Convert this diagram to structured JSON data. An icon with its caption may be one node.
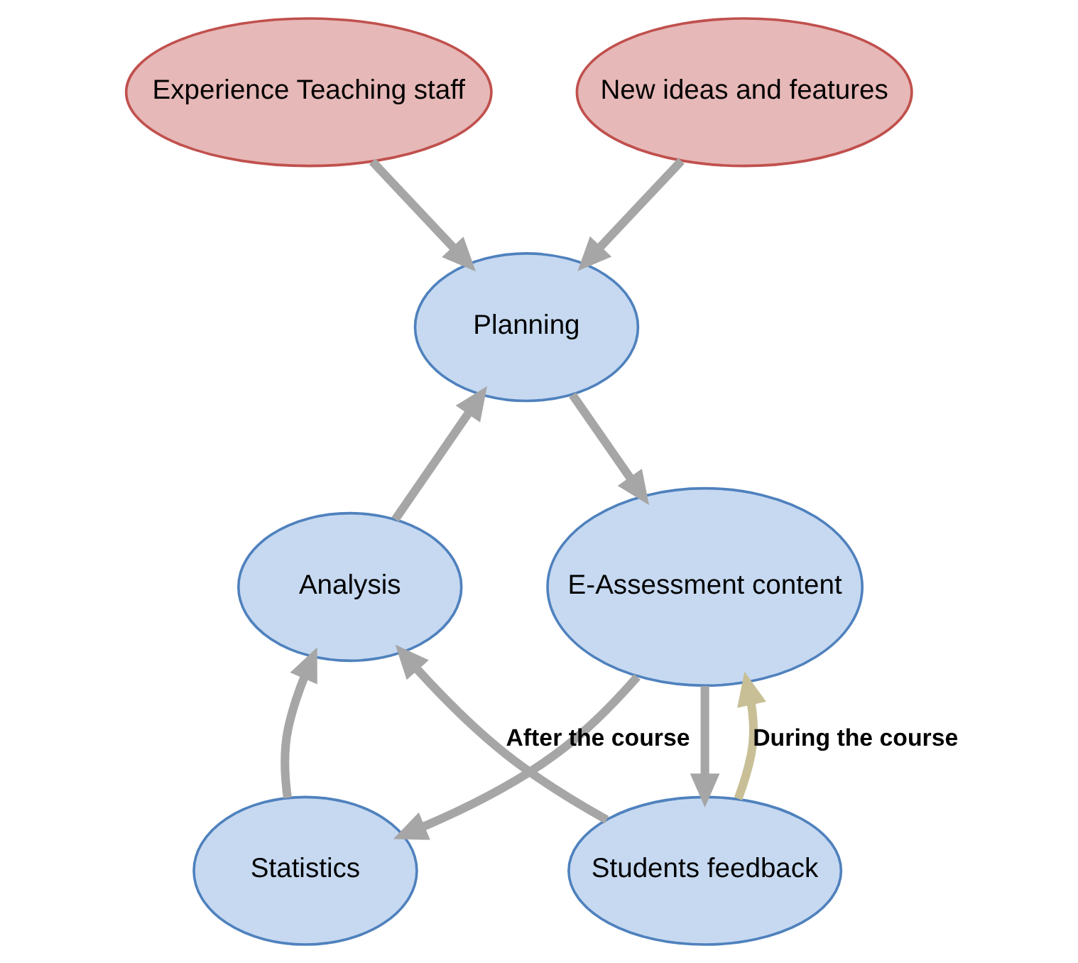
{
  "diagram": {
    "nodes": [
      {
        "text": [
          "Experience Teaching staff"
        ]
      },
      {
        "text": [
          "New ideas and features"
        ]
      },
      {
        "text": [
          "Planning"
        ]
      },
      {
        "text": [
          "Analysis"
        ]
      },
      {
        "text": [
          "E-Assessment content"
        ]
      },
      {
        "text": [
          "Statistics"
        ]
      },
      {
        "text": [
          "Students feedback"
        ]
      }
    ],
    "edges": [
      {
        "from": 0,
        "to": 2,
        "arrow": "to"
      },
      {
        "from": 1,
        "to": 2,
        "arrow": "to"
      },
      {
        "from": 2,
        "to": 4,
        "arrow": "to"
      },
      {
        "from": 3,
        "to": 2,
        "arrow": "to"
      },
      {
        "from": 4,
        "to": 5,
        "arrow": "to"
      },
      {
        "from": 5,
        "to": 3,
        "arrow": "to"
      },
      {
        "from": 4,
        "to": 6,
        "arrow": "to"
      },
      {
        "from": 6,
        "to": 3,
        "arrow": "to",
        "label": "After the course"
      },
      {
        "from": 6,
        "to": 4,
        "arrow": "to",
        "label": "During the course",
        "color": "#c8bf96"
      }
    ]
  }
}
